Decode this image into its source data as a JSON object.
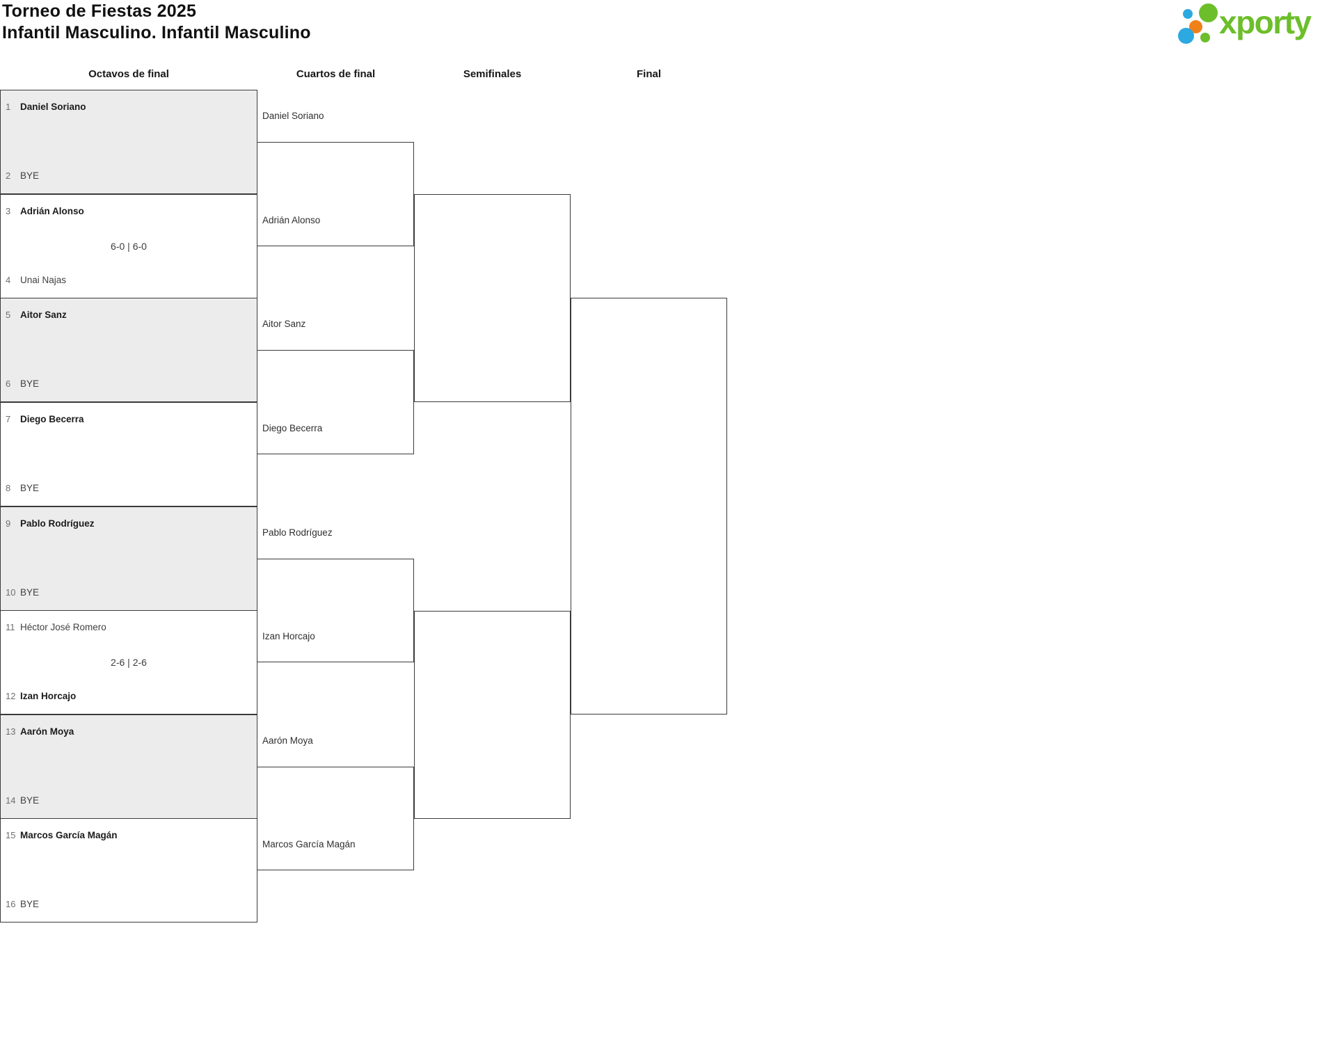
{
  "header": {
    "title": "Torneo de Fiestas 2025",
    "subtitle": "Infantil Masculino. Infantil Masculino"
  },
  "logo": {
    "brand": "xporty"
  },
  "colors": {
    "brand_green": "#6CBE2A",
    "brand_blue": "#2BA9E0",
    "brand_orange": "#F08119",
    "shaded_match_bg": "#ECECEC",
    "bracket_line": "#3A3A3A"
  },
  "rounds": [
    "Octavos de final",
    "Cuartos de final",
    "Semifinales",
    "Final"
  ],
  "octavos": [
    {
      "score": "",
      "p1": {
        "seed": "1",
        "name": "Daniel Soriano",
        "winner": true
      },
      "p2": {
        "seed": "2",
        "name": "BYE",
        "winner": false
      }
    },
    {
      "score": "6-0 | 6-0",
      "p1": {
        "seed": "3",
        "name": "Adrián Alonso",
        "winner": true
      },
      "p2": {
        "seed": "4",
        "name": "Unai Najas",
        "winner": false
      }
    },
    {
      "score": "",
      "p1": {
        "seed": "5",
        "name": "Aitor Sanz",
        "winner": true
      },
      "p2": {
        "seed": "6",
        "name": "BYE",
        "winner": false
      }
    },
    {
      "score": "",
      "p1": {
        "seed": "7",
        "name": "Diego Becerra",
        "winner": true
      },
      "p2": {
        "seed": "8",
        "name": "BYE",
        "winner": false
      }
    },
    {
      "score": "",
      "p1": {
        "seed": "9",
        "name": "Pablo Rodríguez",
        "winner": true
      },
      "p2": {
        "seed": "10",
        "name": "BYE",
        "winner": false
      }
    },
    {
      "score": "2-6 | 2-6",
      "p1": {
        "seed": "11",
        "name": "Héctor José Romero",
        "winner": false
      },
      "p2": {
        "seed": "12",
        "name": "Izan Horcajo",
        "winner": true
      }
    },
    {
      "score": "",
      "p1": {
        "seed": "13",
        "name": "Aarón Moya",
        "winner": true
      },
      "p2": {
        "seed": "14",
        "name": "BYE",
        "winner": false
      }
    },
    {
      "score": "",
      "p1": {
        "seed": "15",
        "name": "Marcos García Magán",
        "winner": true
      },
      "p2": {
        "seed": "16",
        "name": "BYE",
        "winner": false
      }
    }
  ],
  "cuartos": [
    "Daniel Soriano",
    "Adrián Alonso",
    "Aitor Sanz",
    "Diego Becerra",
    "Pablo Rodríguez",
    "Izan Horcajo",
    "Aarón Moya",
    "Marcos García Magán"
  ]
}
